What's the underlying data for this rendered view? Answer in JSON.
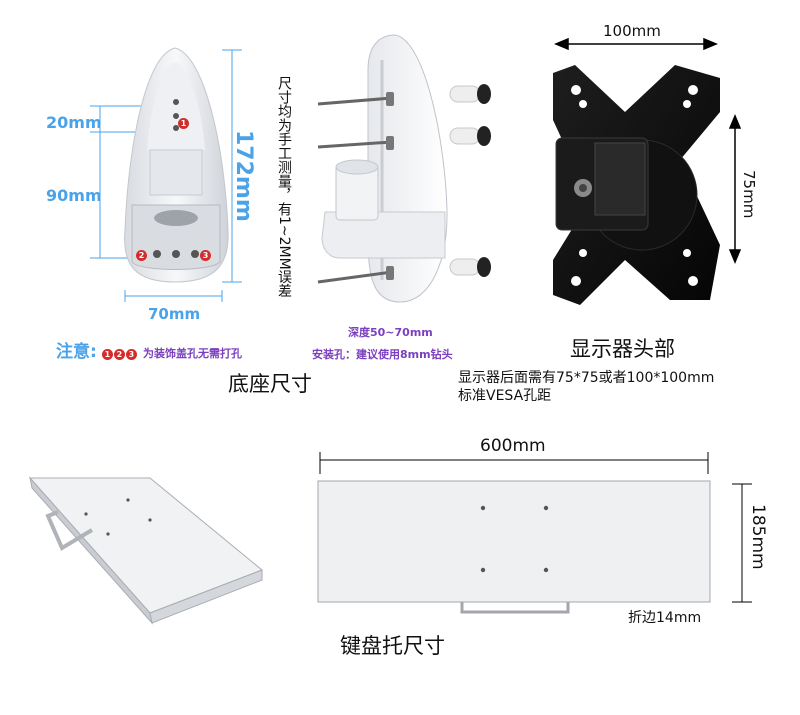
{
  "base": {
    "dim_20": "20mm",
    "dim_90": "90mm",
    "dim_172": "172mm",
    "dim_70": "70mm",
    "marker_1": "1",
    "marker_2": "2",
    "marker_3": "3",
    "note_label": "注意:",
    "note_markers": [
      "1",
      "2",
      "3"
    ],
    "note_text": "为装饰盖孔无需打孔",
    "caption": "底座尺寸"
  },
  "side_note": "尺寸均为手工测量，有1~2MM误差",
  "install": {
    "depth": "深度50~70mm",
    "hole": "安装孔：建议使用8mm钻头"
  },
  "monitor": {
    "dim_100": "100mm",
    "dim_75": "75mm",
    "title": "显示器头部",
    "desc_line1": "显示器后面需有75*75或者100*100mm",
    "desc_line2": "标准VESA孔距"
  },
  "tray": {
    "dim_600": "600mm",
    "dim_185": "185mm",
    "fold": "折边14mm",
    "caption": "键盘托尺寸"
  },
  "colors": {
    "dimension_blue": "#4aa3e8",
    "marker_red": "#d42b2b",
    "note_purple": "#7b3fbf"
  }
}
